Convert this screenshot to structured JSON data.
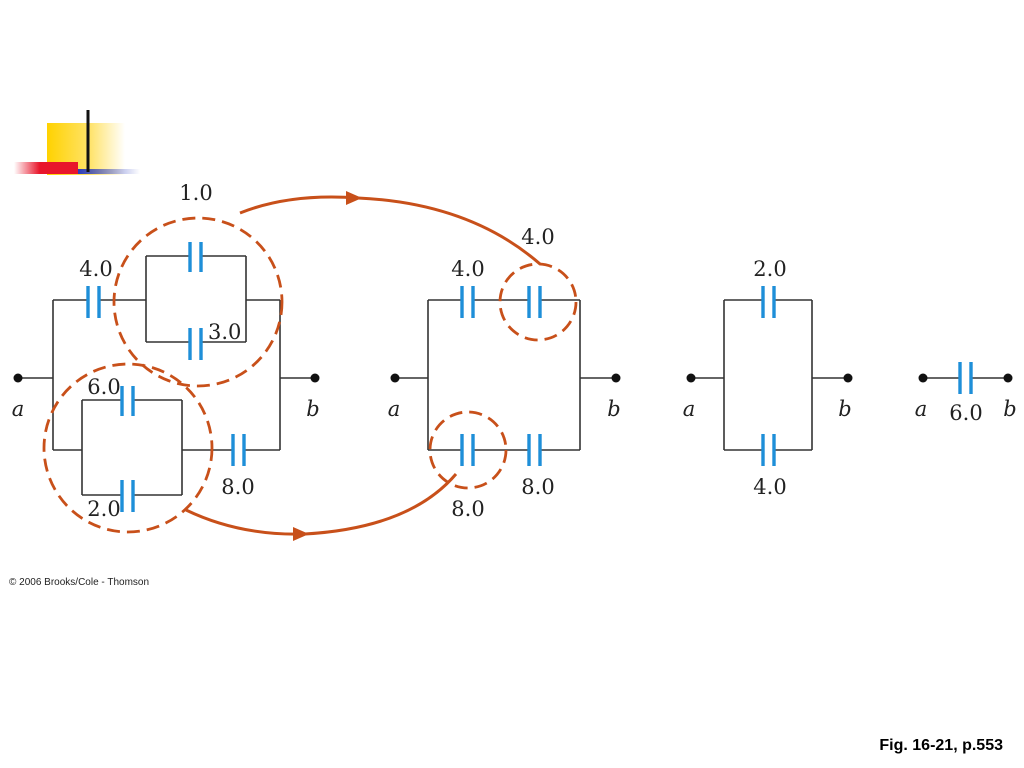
{
  "slide": {
    "copyright": "© 2006 Brooks/Cole - Thomson",
    "figure_ref": "Fig. 16-21, p.553"
  },
  "colors": {
    "capacitor": "#1e8fd8",
    "highlight": "#c8501a",
    "wire": "#333333",
    "deco_yellow": "#ffd200",
    "deco_red": "#e8162b",
    "deco_blue": "#2a3bbf"
  },
  "terminals": {
    "a": "a",
    "b": "b"
  },
  "circuit1": {
    "c_top_left": "4.0",
    "c_par_top": "1.0",
    "c_par_bottom": "3.0",
    "c_low_top": "6.0",
    "c_low_bottom": "2.0",
    "c_low_right": "8.0"
  },
  "circuit2": {
    "c_top_left": "4.0",
    "c_top_right": "4.0",
    "c_bottom_left": "8.0",
    "c_bottom_right": "8.0"
  },
  "circuit3": {
    "c_top": "2.0",
    "c_bottom": "4.0"
  },
  "circuit4": {
    "c_equiv": "6.0"
  }
}
